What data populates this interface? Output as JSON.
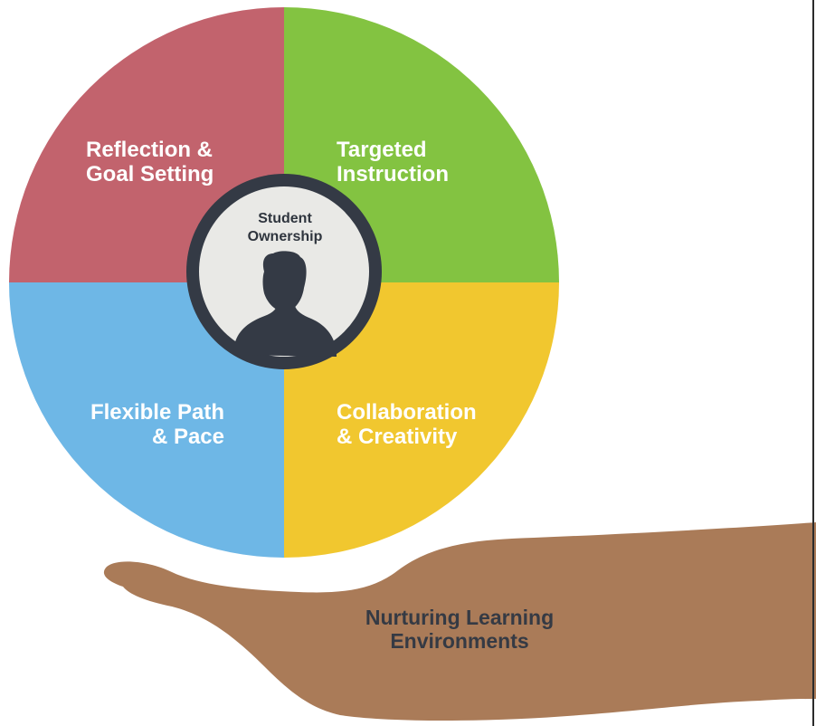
{
  "quadrants": {
    "top_left": {
      "line1": "Reflection &",
      "line2": "Goal Setting",
      "color": "#c2636d"
    },
    "top_right": {
      "line1": "Targeted",
      "line2": "Instruction",
      "color": "#83c341"
    },
    "bottom_left": {
      "line1": "Flexible Path",
      "line2": "& Pace",
      "color": "#6eb7e6"
    },
    "bottom_right": {
      "line1": "Collaboration",
      "line2": "& Creativity",
      "color": "#f1c72f"
    }
  },
  "center": {
    "line1": "Student",
    "line2": "Ownership",
    "ring_color": "#343a45",
    "fill_color": "#e9e9e6",
    "icon": "person-silhouette-icon"
  },
  "hand": {
    "line1": "Nurturing Learning",
    "line2": "Environments",
    "color": "#aa7b58",
    "icon": "open-hand-icon"
  }
}
